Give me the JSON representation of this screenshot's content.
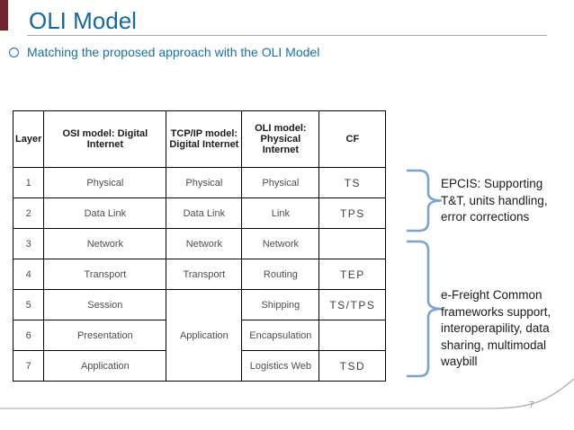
{
  "slide": {
    "title": "OLI Model",
    "bullet": "Matching the proposed approach with the OLI Model",
    "page_number": "7"
  },
  "table": {
    "headers": {
      "layer": "Layer",
      "osi": "OSI model: Digital Internet",
      "tcpip": "TCP/IP model:\nDigital Internet",
      "oli": "OLI model:\nPhysical Internet",
      "cf": "CF"
    },
    "merged_tcpip": "Application",
    "rows": [
      {
        "layer": "1",
        "osi": "Physical",
        "tcpip": "Physical",
        "oli": "Physical",
        "cf": "TS"
      },
      {
        "layer": "2",
        "osi": "Data Link",
        "tcpip": "Data Link",
        "oli": "Link",
        "cf": "TPS"
      },
      {
        "layer": "3",
        "osi": "Network",
        "tcpip": "Network",
        "oli": "Network",
        "cf": ""
      },
      {
        "layer": "4",
        "osi": "Transport",
        "tcpip": "Transport",
        "oli": "Routing",
        "cf": "TEP"
      },
      {
        "layer": "5",
        "osi": "Session",
        "tcpip": "",
        "oli": "Shipping",
        "cf": "TS/TPS"
      },
      {
        "layer": "6",
        "osi": "Presentation",
        "tcpip": "",
        "oli": "Encapsulation",
        "cf": ""
      },
      {
        "layer": "7",
        "osi": "Application",
        "tcpip": "",
        "oli": "Logistics Web",
        "cf": "TSD"
      }
    ]
  },
  "annotations": {
    "epcis": "EPCIS: Supporting\nT&T, units handling,\nerror corrections",
    "efreight": "e-Freight Common\nframeworks support,\ninteroperapility, data\nsharing, multimodal\nwaybill"
  },
  "colors": {
    "title_blue": "#17689c",
    "bullet_blue": "#1c6ea4",
    "brace_blue": "#7da2cb",
    "corner_accent": "#71272c",
    "footer_gray": "#b0b0b0"
  }
}
